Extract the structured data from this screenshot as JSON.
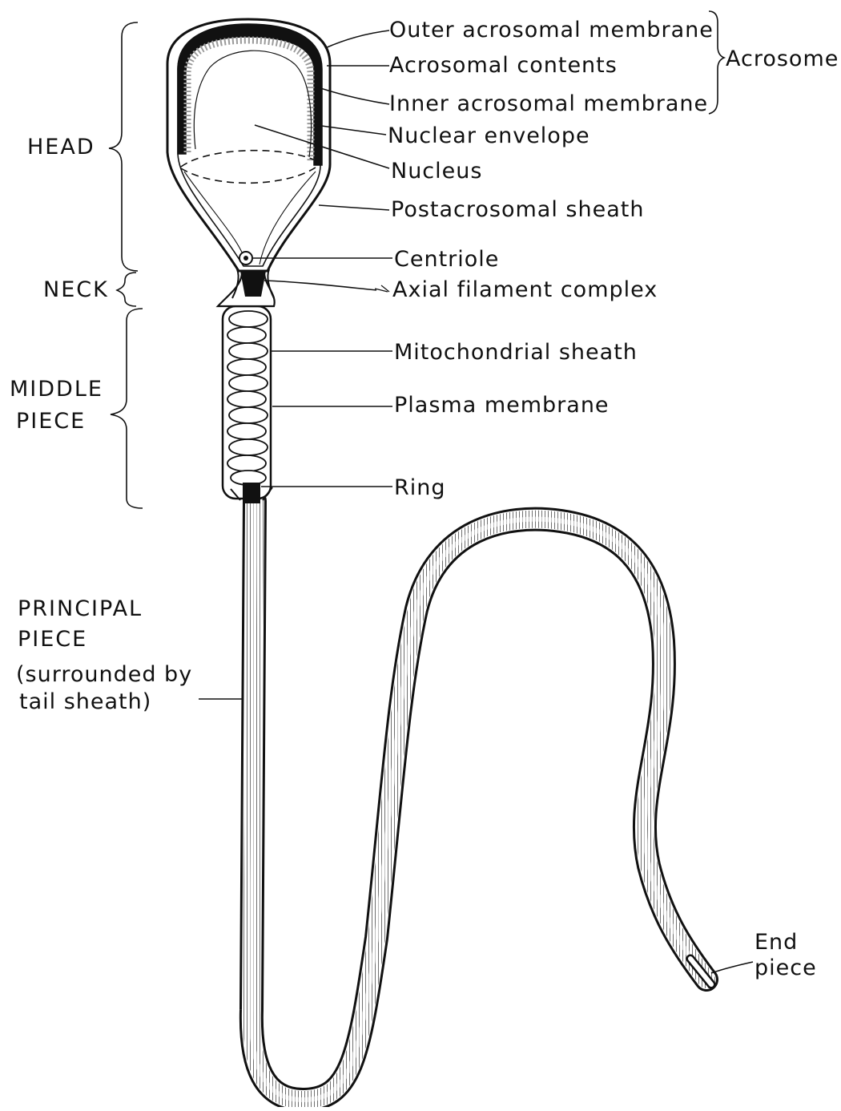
{
  "figure": {
    "sections": {
      "head": "HEAD",
      "neck": "NECK",
      "middle_line1": "MIDDLE",
      "middle_line2": "PIECE",
      "principal_line1": "PRINCIPAL",
      "principal_line2": "PIECE",
      "principal_line3": "(surrounded by",
      "principal_line4": "tail sheath)"
    },
    "labels": {
      "outer_acrosomal_membrane": "Outer acrosomal membrane",
      "acrosomal_contents": "Acrosomal contents",
      "inner_acrosomal_membrane": "Inner acrosomal membrane",
      "acrosome": "Acrosome",
      "nuclear_envelope": "Nuclear envelope",
      "nucleus": "Nucleus",
      "postacrosomal_sheath": "Postacrosomal sheath",
      "centriole": "Centriole",
      "axial_filament_complex": "Axial filament complex",
      "mitochondrial_sheath": "Mitochondrial sheath",
      "plasma_membrane": "Plasma membrane",
      "ring": "Ring",
      "end_piece_line1": "End",
      "end_piece_line2": "piece"
    },
    "colors": {
      "ink": "#111111",
      "paper": "#ffffff",
      "stipple": "#9a9a9a"
    }
  }
}
